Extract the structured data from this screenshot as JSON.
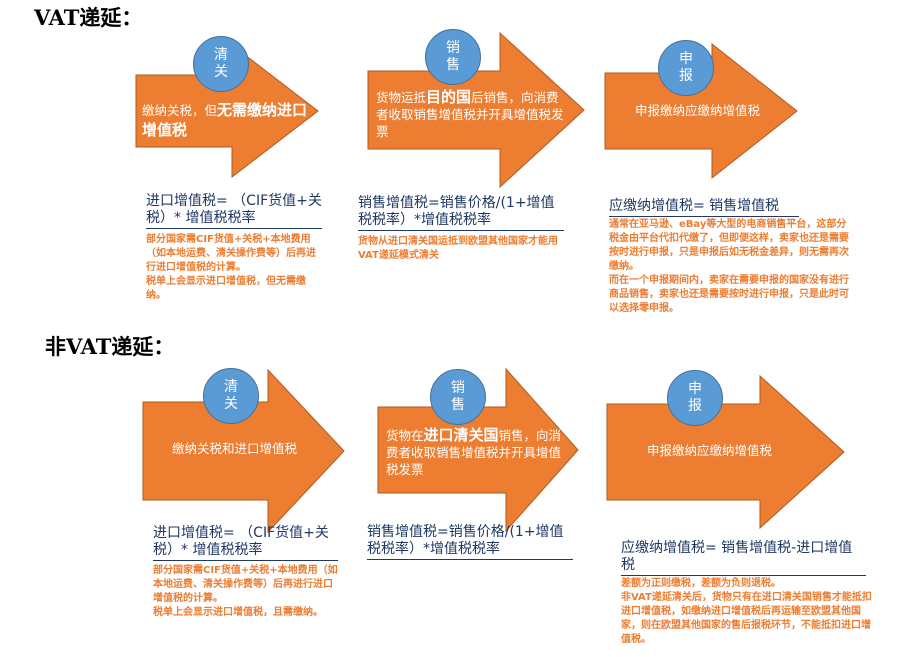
{
  "sections": {
    "vat_deferred": {
      "title": "VAT递延：",
      "steps": [
        {
          "badge": "清关",
          "text_before": "缴纳关税，但",
          "text_emph": "无需缴纳进口增值税",
          "text_after": "",
          "formula": "进口增值税= （CIF货值+关税）* 增值税税率",
          "notes": [
            "部分国家需CIF货值+关税+本地费用（如本地运费、清关操作费等）后再进行进口增值税的计算。",
            "税单上会显示进口增值税，但无需缴纳。"
          ]
        },
        {
          "badge": "销售",
          "text_before": "货物运抵",
          "text_emph": "目的国",
          "text_after": "后销售，向消费者收取销售增值税并开具增值税发票",
          "formula": "销售增值税=销售价格/(1+增值税税率）*增值税税率",
          "notes": [
            "货物从进口清关国运抵到欧盟其他国家才能用VAT递延模式清关"
          ]
        },
        {
          "badge": "申报",
          "text_before": "申报缴纳应缴纳增值税",
          "text_emph": "",
          "text_after": "",
          "formula": "应缴纳增值税= 销售增值税",
          "notes": [
            "通常在亚马逊、eBay等大型的电商销售平台，这部分税金由平台代扣代缴了，但即便这样，卖家也还是需要按时进行申报，只是申报后如无税金差异，则无需再次缴纳。",
            "而在一个申报期间内，卖家在需要申报的国家没有进行商品销售，卖家也还是需要按时进行申报，只是此时可以选择零申报。"
          ]
        }
      ]
    },
    "non_vat_deferred": {
      "title": "非VAT递延：",
      "steps": [
        {
          "badge": "清关",
          "text_before": "缴纳关税和进口增值税",
          "text_emph": "",
          "text_after": "",
          "formula": "进口增值税= （CIF货值+关税）* 增值税税率",
          "notes": [
            "部分国家需CIF货值+关税+本地费用（如本地运费、清关操作费等）后再进行进口增值税的计算。",
            "税单上会显示进口增值税，且需缴纳。"
          ]
        },
        {
          "badge": "销售",
          "text_before": "货物在",
          "text_emph": "进口清关国",
          "text_after": "销售，向消费者收取销售增值税并开具增值税发票",
          "formula": "销售增值税=销售价格/(1+增值税税率）*增值税税率",
          "notes": []
        },
        {
          "badge": "申报",
          "text_before": "申报缴纳应缴纳增值税",
          "text_emph": "",
          "text_after": "",
          "formula": "应缴纳增值税= 销售增值税-进口增值税",
          "notes": [
            "差额为正则缴税，差额为负则退税。",
            "非VAT递延清关后，货物只有在进口清关国销售才能抵扣进口增值税，如缴纳进口增值税后再运输至欧盟其他国家，则在欧盟其他国家的售后报税环节，不能抵扣进口增值税。"
          ]
        }
      ]
    }
  },
  "colors": {
    "arrow_fill": "#ED7D31",
    "arrow_stroke": "#AE5A21",
    "badge_fill": "#5B9BD5",
    "formula_text": "#1F3864",
    "note_text": "#ED7D31"
  }
}
